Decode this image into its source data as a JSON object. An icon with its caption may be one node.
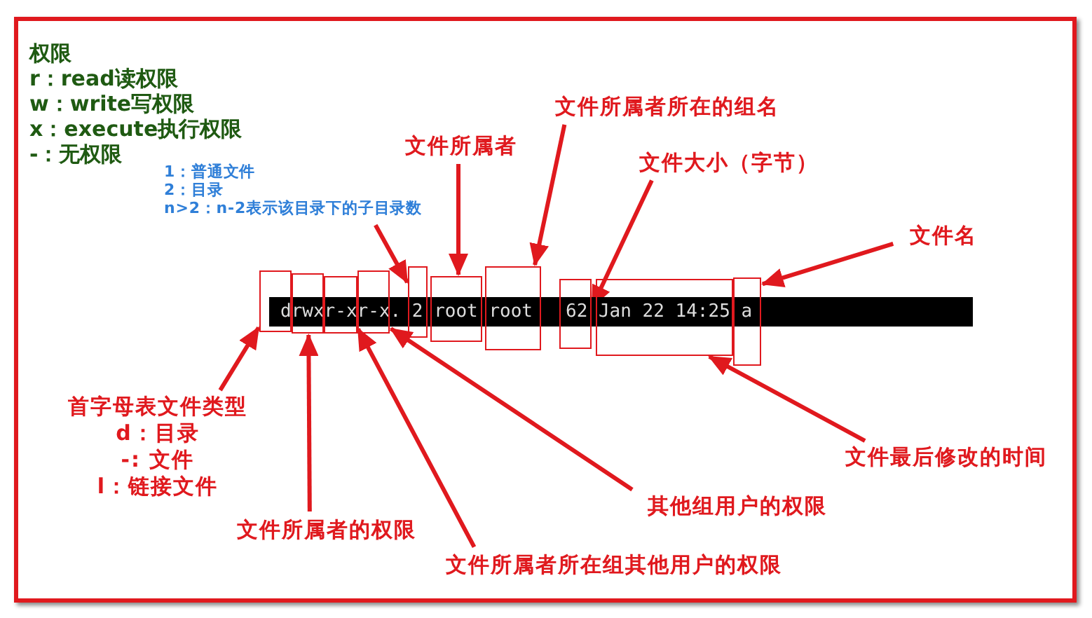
{
  "diagram": {
    "nodes": [
      {
        "text": [
          "1：普通文件",
          "2：目录",
          "n>2：n-2表示该目录下的子目录数"
        ]
      },
      {
        "text": [
          "文件所属者"
        ]
      },
      {
        "text": [
          "文件所属者所在的组名"
        ]
      },
      {
        "text": [
          "文件大小（字节）"
        ]
      },
      {
        "text": [
          "文件名"
        ]
      },
      {
        "text": [
          "首字母表文件类型",
          "d：目录",
          "-: 文件",
          "l：链接文件"
        ]
      },
      {
        "text": [
          "文件所属者的权限"
        ]
      },
      {
        "text": [
          "文件所属者所在组其他用户的权限"
        ]
      },
      {
        "text": [
          "其他组用户的权限"
        ]
      },
      {
        "text": [
          "文件最后修改的时间"
        ]
      },
      {
        "text": [],
        "shape": "box"
      },
      {
        "text": [],
        "shape": "box"
      },
      {
        "text": [],
        "shape": "box"
      },
      {
        "text": [],
        "shape": "box"
      },
      {
        "text": [],
        "shape": "box"
      },
      {
        "text": [],
        "shape": "box"
      },
      {
        "text": [],
        "shape": "box"
      },
      {
        "text": [],
        "shape": "box"
      },
      {
        "text": [],
        "shape": "box"
      },
      {
        "text": [],
        "shape": "box"
      }
    ],
    "edges": [
      {
        "from": 0,
        "to": 14,
        "arrow": "to"
      },
      {
        "from": 1,
        "to": 15,
        "arrow": "to"
      },
      {
        "from": 2,
        "to": 16,
        "arrow": "to"
      },
      {
        "from": 3,
        "to": 17,
        "arrow": "to"
      },
      {
        "from": 4,
        "to": 19,
        "arrow": "to"
      },
      {
        "from": 5,
        "to": 10,
        "arrow": "to"
      },
      {
        "from": 6,
        "to": 11,
        "arrow": "to"
      },
      {
        "from": 7,
        "to": 12,
        "arrow": "to"
      },
      {
        "from": 8,
        "to": 13,
        "arrow": "to"
      },
      {
        "from": 9,
        "to": 18,
        "arrow": "to"
      }
    ],
    "labels": [
      "权限",
      "r：read读权限",
      "w：write写权限",
      "x：execute执行权限",
      "-：无权限",
      "drwxr-xr-x. 2 root root   62 Jan 22 14:25 a"
    ]
  }
}
